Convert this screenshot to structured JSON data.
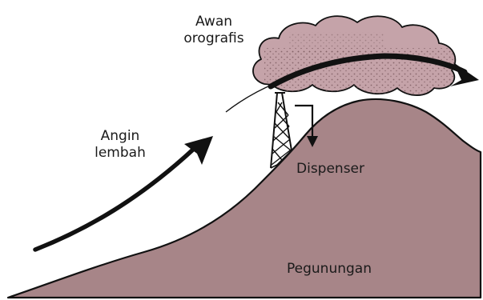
{
  "labels": {
    "cloud_line1": "Awan",
    "cloud_line2": "orografis",
    "wind_line1": "Angin",
    "wind_line2": "lembah",
    "dispenser": "Dispenser",
    "mountain": "Pegunungan"
  },
  "colors": {
    "mountain_fill": "#a78588",
    "cloud_fill": "#c5a3a9",
    "cloud_stipple": "#8a6a6e",
    "outline": "#111111",
    "arrow": "#111111"
  }
}
